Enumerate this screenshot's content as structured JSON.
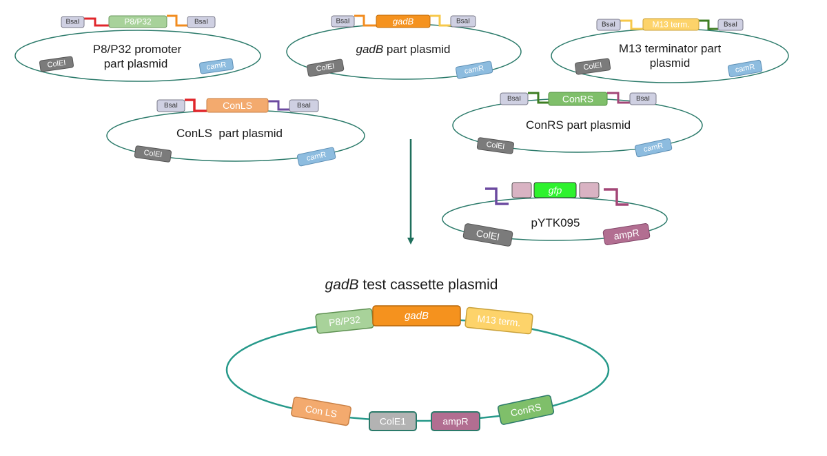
{
  "colors": {
    "backbone": "#2b7a6a",
    "bsal_fill": "#cfd0e2",
    "colei_fill": "#7b7b7b",
    "camr_fill": "#8dbcdf",
    "ampr_fill": "#b26e91",
    "promoter_fill": "#a8d29a",
    "gadb_fill": "#f5921e",
    "term_fill": "#fdd36a",
    "conls_fill": "#f3aa6e",
    "conrs_fill": "#7fbf6a",
    "gfp_fill": "#2ef22e",
    "pink_fill": "#d9b3c3",
    "overhang_red": "#e0262b",
    "overhang_orange": "#f28c1f",
    "overhang_yellow": "#f7c84a",
    "overhang_darkgreen": "#3d7d22",
    "overhang_purple": "#6c4aa0",
    "overhang_magenta": "#a34677",
    "arrow": "#1f6f5c"
  },
  "plasmids": {
    "p8": {
      "label_line1": "P8/P32 promoter",
      "label_line2": "part plasmid",
      "bsal_left": "BsaI",
      "insert": "P8/P32",
      "bsal_right": "BsaI",
      "ori": "ColEI",
      "marker": "camR"
    },
    "gadb": {
      "label_italic": "gadB",
      "label_rest": " part plasmid",
      "bsal_left": "BsaI",
      "insert": "gadB",
      "bsal_right": "BsaI",
      "ori": "ColEI",
      "marker": "camR"
    },
    "m13": {
      "label_line1": "M13 terminator part",
      "label_line2": "plasmid",
      "bsal_left": "BsaI",
      "insert": "M13 term.",
      "bsal_right": "BsaI",
      "ori": "ColEI",
      "marker": "camR"
    },
    "conls": {
      "label": "ConLS  part plasmid",
      "bsal_left": "BsaI",
      "insert": "ConLS",
      "bsal_right": "BsaI",
      "ori": "ColEI",
      "marker": "camR"
    },
    "conrs": {
      "label": "ConRS part plasmid",
      "bsal_left": "BsaI",
      "insert": "ConRS",
      "bsal_right": "BsaI",
      "ori": "ColEI",
      "marker": "camR"
    },
    "pytk": {
      "label": "pYTK095",
      "insert": "gfp",
      "ori": "ColEI",
      "marker": "ampR"
    },
    "result": {
      "title_italic": "gadB",
      "title_rest": " test cassette plasmid",
      "promoter": "P8/P32",
      "gene": "gadB",
      "terminator": "M13 term.",
      "conls": "Con LS",
      "ori": "ColE1",
      "marker": "ampR",
      "conrs": "ConRS"
    }
  }
}
